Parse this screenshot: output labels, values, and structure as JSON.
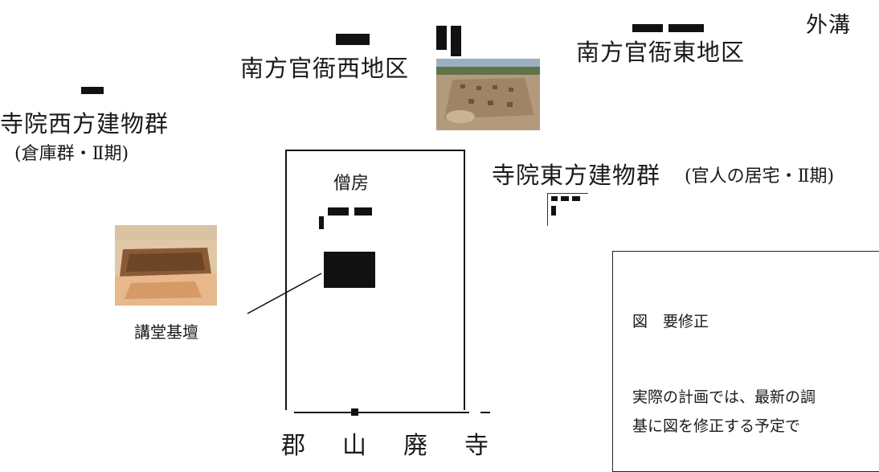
{
  "labels": {
    "gaiko": "外溝",
    "nanpo_nishi": "南方官衙西地区",
    "nanpo_higashi": "南方官衙東地区",
    "jiin_nishi": "寺院西方建物群",
    "jiin_nishi_sub": "(倉庫群・Ⅱ期)",
    "jiin_higashi": "寺院東方建物群",
    "jiin_higashi_sub": "(官人の居宅・Ⅱ期)",
    "soubou": "僧房",
    "koudou_kidan": "講堂基壇",
    "temple_name": [
      "郡",
      "山",
      "廃",
      "寺"
    ]
  },
  "note": {
    "title": "図　要修正",
    "line1": "実際の計画では、最新の調",
    "line2": "基に図を修正する予定で"
  },
  "photos": {
    "nanpo_nishi_photo": "excavation-site-photo",
    "koudou_photo": "lecture-hall-platform-photo"
  }
}
